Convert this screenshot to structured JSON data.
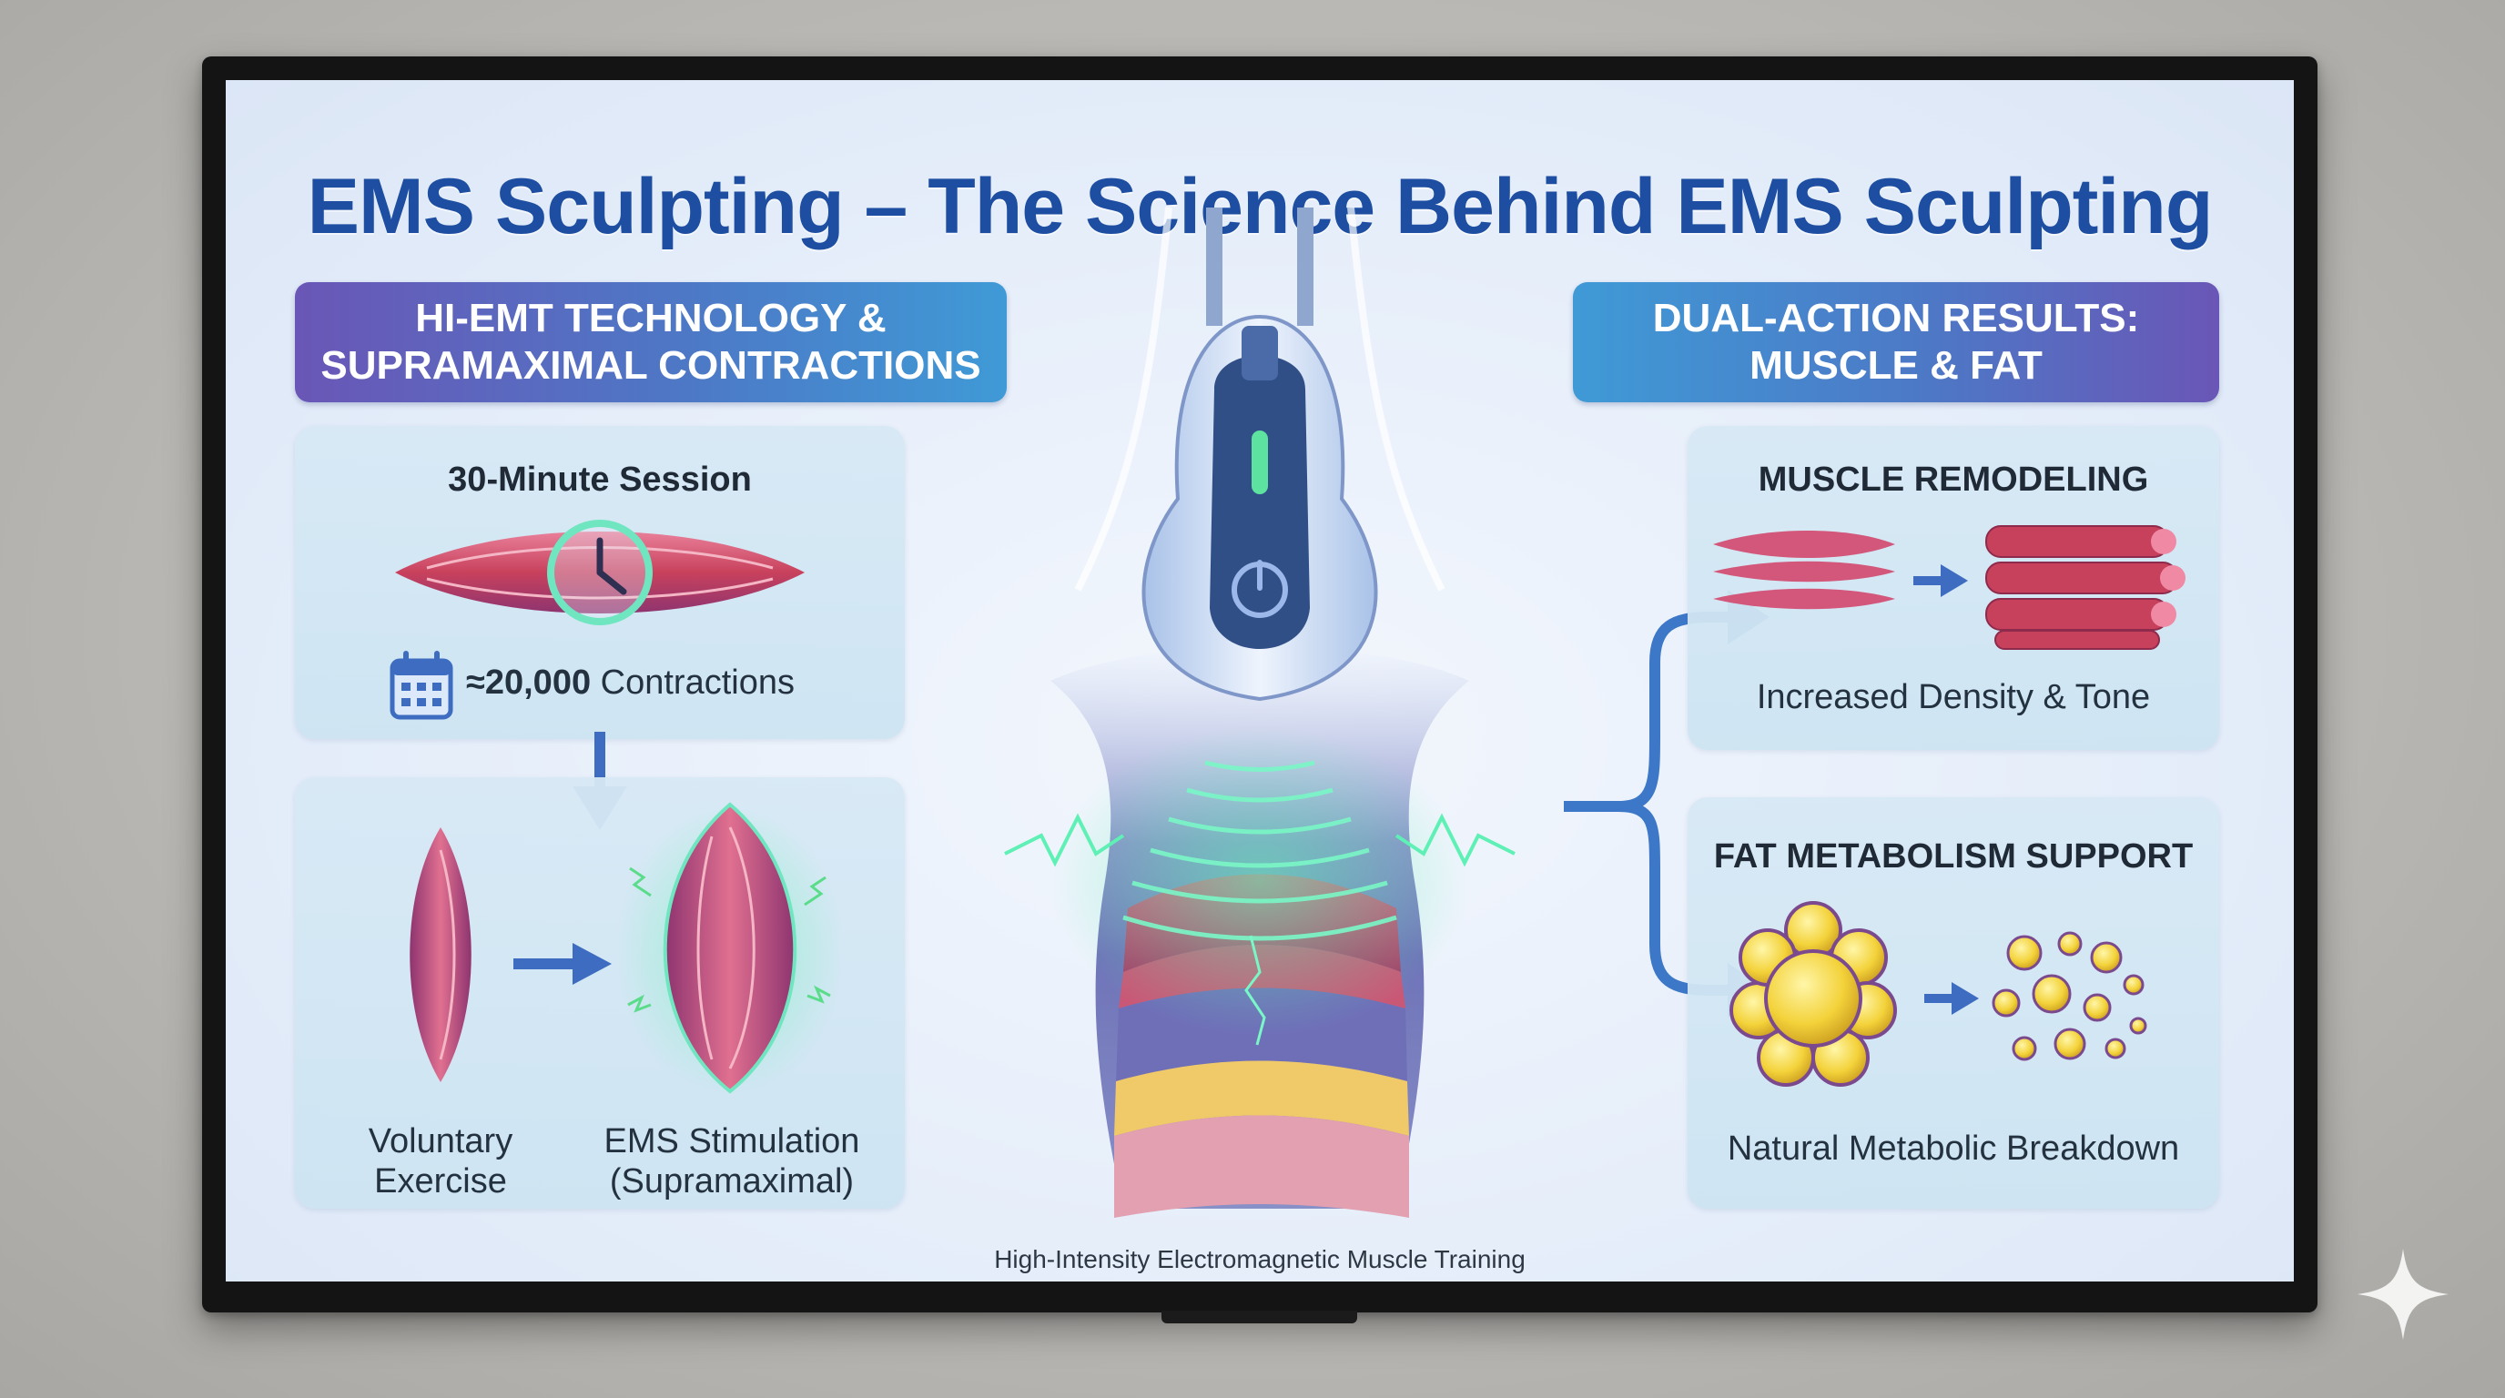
{
  "title": "EMS Sculpting – The Science Behind EMS Sculpting",
  "left_banner": {
    "line1": "HI-EMT TECHNOLOGY &",
    "line2": "SUPRAMAXIMAL CONTRACTIONS"
  },
  "right_banner": {
    "line1": "DUAL-ACTION RESULTS:",
    "line2": "MUSCLE & FAT"
  },
  "session_card": {
    "title": "30-Minute Session",
    "contractions_bold": "≈20,000",
    "contractions_rest": " Contractions"
  },
  "comparison_card": {
    "left_line1": "Voluntary",
    "left_line2": "Exercise",
    "right_line1": "EMS Stimulation",
    "right_line2": "(Supramaximal)"
  },
  "muscle_card": {
    "title": "MUSCLE REMODELING",
    "caption": "Increased Density & Tone"
  },
  "fat_card": {
    "title": "FAT METABOLISM SUPPORT",
    "caption": "Natural Metabolic Breakdown"
  },
  "footer": "High-Intensity Electromagnetic Muscle Training",
  "colors": {
    "title_blue": "#1d4ea1",
    "banner_purple": "#6a56b6",
    "banner_blue": "#3f9ad6",
    "muscle_red": "#c8415c",
    "fat_yellow": "#f3d23a",
    "energy_green": "#49e6a6"
  },
  "icons": [
    "clock-icon",
    "calendar-icon",
    "arrow-down-icon",
    "arrow-right-icon",
    "power-icon",
    "sparkle-icon"
  ]
}
